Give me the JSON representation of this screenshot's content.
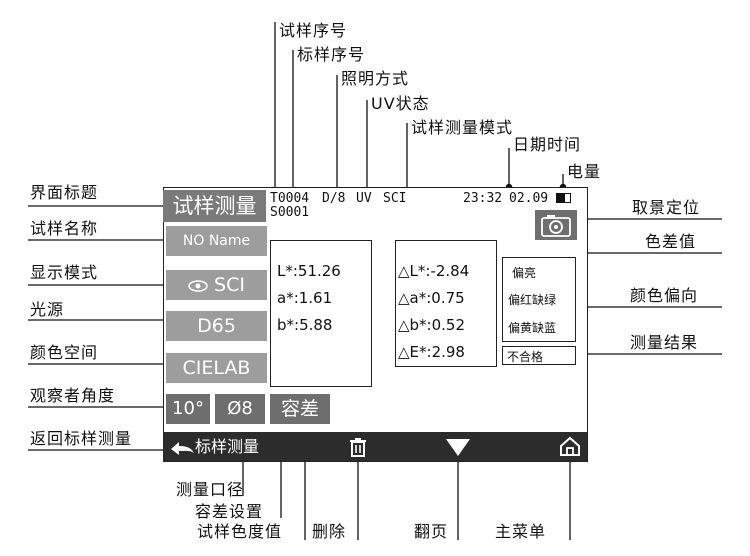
{
  "screen": {
    "title": "试样测量",
    "side_buttons": [
      "NO Name",
      "SCI",
      "D65",
      "CIELAB"
    ],
    "angle": "10°",
    "aperture": "Ø8",
    "tolerance": "容差",
    "status": {
      "sample_no": "T0004",
      "illum_mode": "D/8",
      "uv": "UV",
      "mode": "SCI",
      "time": "23:32",
      "date": "02.09",
      "std_no": "S0001"
    },
    "lab": [
      "L*:51.26",
      "a*:1.61",
      "b*:5.88"
    ],
    "delta": [
      "△L*:-2.84",
      "△a*:0.75",
      "△b*:0.52",
      "△E*:2.98"
    ],
    "deviation": [
      "偏亮",
      "偏红缺绿",
      "偏黄缺蓝"
    ],
    "result": "不合格",
    "back_label": "标样测量"
  },
  "labels": {
    "top": [
      "试样序号",
      "标样序号",
      "照明方式",
      "UV状态",
      "试样测量模式",
      "日期时间",
      "电量"
    ],
    "left": [
      "界面标题",
      "试样名称",
      "显示模式",
      "光源",
      "颜色空间",
      "观察者角度",
      "返回标样测量"
    ],
    "right": [
      "取景定位",
      "色差值",
      "颜色偏向",
      "测量结果"
    ],
    "bottom": [
      "测量口径",
      "容差设置",
      "试样色度值",
      "删除",
      "翻页",
      "主菜单"
    ]
  },
  "icons": {
    "eye": "eye-icon",
    "camera": "camera-icon",
    "back": "back-arrow-icon",
    "trash": "trash-icon",
    "page": "page-down-triangle-icon",
    "home": "home-icon",
    "battery": "battery-icon"
  }
}
